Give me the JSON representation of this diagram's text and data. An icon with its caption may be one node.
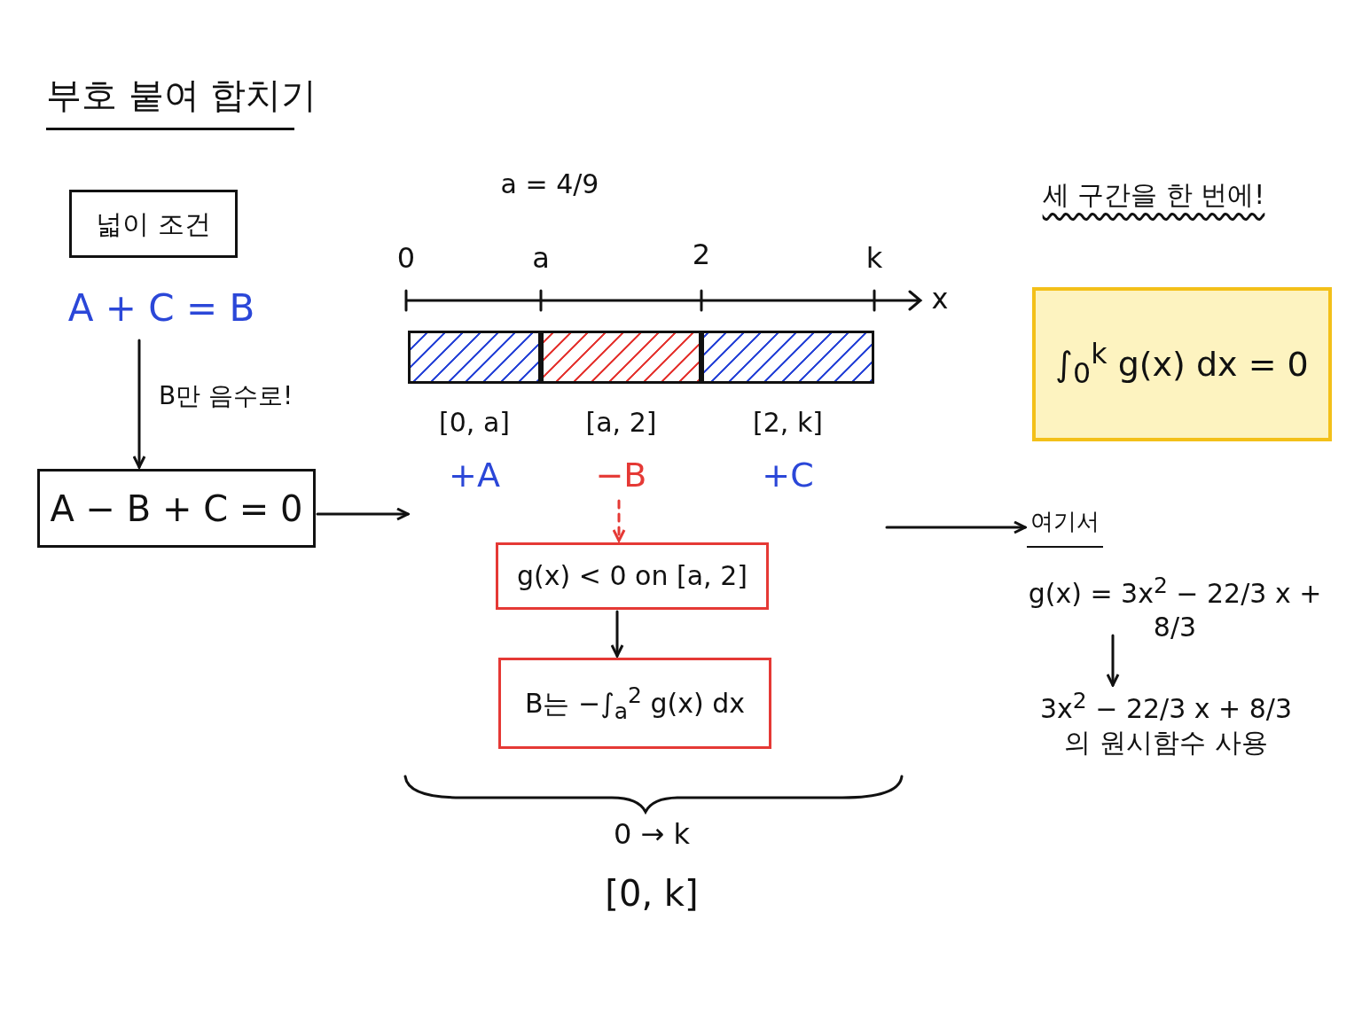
{
  "diagram": {
    "title": "부호 붙여 합치기",
    "nodes": [
      {
        "text": [
          "넓이 조건"
        ]
      },
      {
        "text": [
          "A + C = B"
        ]
      },
      {
        "text": [
          "A − B + C = 0"
        ]
      },
      {
        "text": [
          "[0, a]",
          "+A"
        ]
      },
      {
        "text": [
          "[a, 2]",
          "−B"
        ]
      },
      {
        "text": [
          "[2, k]",
          "+C"
        ]
      },
      {
        "text": [
          "g(x) < 0 on [a, 2]"
        ]
      },
      {
        "text": [
          "B는 −∫$_{a}$$^{2}$ g(x) dx"
        ]
      },
      {
        "text": [
          "∫$_{0}$$^{k}$ g(x) dx = 0"
        ]
      },
      {
        "text": [
          "여기서"
        ]
      },
      {
        "text": [
          "g(x) = 3x$^{2}$ − 22/3 x + 8/3"
        ]
      },
      {
        "text": [
          "3x$^{2}$ − 22/3 x + 8/3 의 원시함수 사용"
        ]
      }
    ],
    "edges": [
      {
        "from": 1,
        "to": 2,
        "arrow": "to",
        "label": "B만 음수로!"
      },
      {
        "from": 2,
        "to": null,
        "arrow": "to"
      },
      {
        "from": 4,
        "to": 6,
        "arrow": "to",
        "style": "dashed",
        "color": "#e53935"
      },
      {
        "from": 6,
        "to": 7,
        "arrow": "to"
      },
      {
        "from": null,
        "to": 9,
        "arrow": "to"
      },
      {
        "from": 10,
        "to": 11,
        "arrow": "to"
      }
    ],
    "labels": [
      "a = 4/9",
      "세 구간을 한 번에!",
      "0",
      "a",
      "2",
      "k",
      "x",
      "0 → k",
      "[0, k]"
    ]
  }
}
